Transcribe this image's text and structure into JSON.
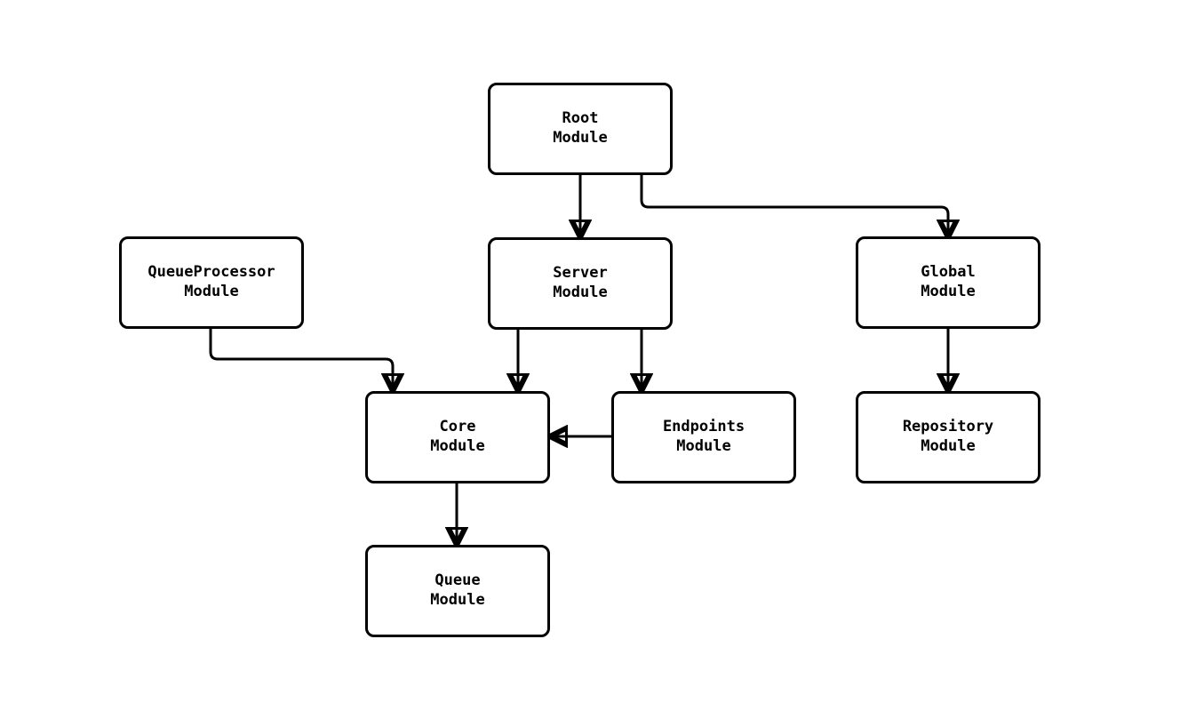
{
  "diagram": {
    "type": "flowchart-module-dependencies",
    "background_color": "#ffffff",
    "node_fill_color": "#ffffff",
    "node_border_color": "#000000",
    "edge_color": "#000000",
    "text_color": "#000000",
    "nodes": [
      {
        "id": "root",
        "label": "Root\nModule"
      },
      {
        "id": "server",
        "label": "Server\nModule"
      },
      {
        "id": "global",
        "label": "Global\nModule"
      },
      {
        "id": "queueprocessor",
        "label": "QueueProcessor\nModule"
      },
      {
        "id": "core",
        "label": "Core\nModule"
      },
      {
        "id": "endpoints",
        "label": "Endpoints\nModule"
      },
      {
        "id": "repository",
        "label": "Repository\nModule"
      },
      {
        "id": "queue",
        "label": "Queue\nModule"
      }
    ],
    "edges": [
      {
        "from": "root",
        "to": "server"
      },
      {
        "from": "root",
        "to": "global"
      },
      {
        "from": "queueprocessor",
        "to": "core"
      },
      {
        "from": "server",
        "to": "core"
      },
      {
        "from": "server",
        "to": "endpoints"
      },
      {
        "from": "endpoints",
        "to": "core"
      },
      {
        "from": "global",
        "to": "repository"
      },
      {
        "from": "core",
        "to": "queue"
      }
    ]
  }
}
